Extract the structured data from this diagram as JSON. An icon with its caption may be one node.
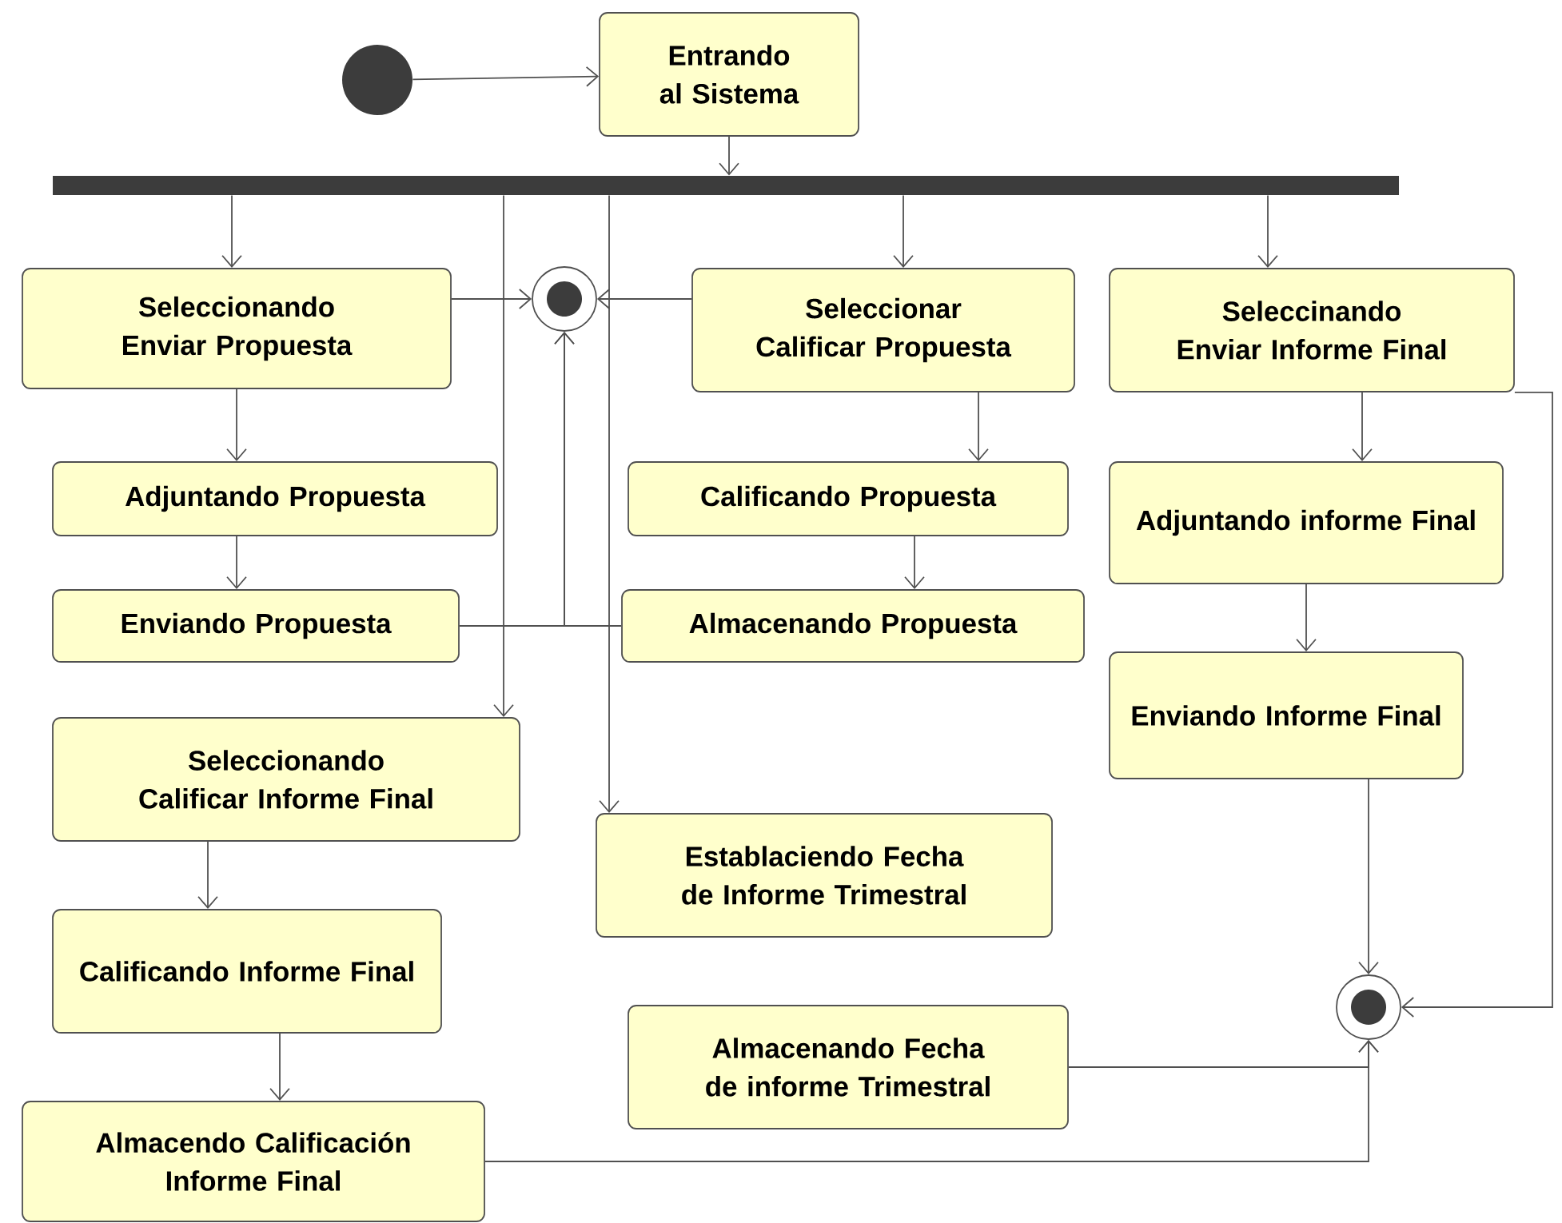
{
  "diagram": {
    "nodes": [
      {
        "text": [],
        "shape": "circle"
      },
      {
        "text": [
          "Entrando al Sistema"
        ]
      },
      {
        "text": [],
        "shape": "bar"
      },
      {
        "text": [
          "Seleccionando Enviar Propuesta"
        ]
      },
      {
        "text": [],
        "shape": "circle"
      },
      {
        "text": [
          "Seleccionar Calificar Propuesta"
        ]
      },
      {
        "text": [
          "Seleccinando Enviar Informe Final"
        ]
      },
      {
        "text": [
          "Adjuntando Propuesta"
        ]
      },
      {
        "text": [
          "Calificando Propuesta"
        ]
      },
      {
        "text": [
          "Adjuntando informe Final"
        ]
      },
      {
        "text": [
          "Enviando Propuesta"
        ]
      },
      {
        "text": [
          "Almacenando Propuesta"
        ]
      },
      {
        "text": [
          "Enviando Informe Final"
        ]
      },
      {
        "text": [
          "Seleccionando Calificar Informe Final"
        ]
      },
      {
        "text": [
          "Establaciendo Fecha de Informe Trimestral"
        ]
      },
      {
        "text": [
          "Calificando Informe Final"
        ]
      },
      {
        "text": [
          "Almacenando Fecha de informe Trimestral"
        ]
      },
      {
        "text": [],
        "shape": "circle"
      },
      {
        "text": [
          "Almacendo Calificación Informe Final"
        ]
      }
    ],
    "edges": [
      {
        "from": 0,
        "to": 1,
        "arrow": "to"
      },
      {
        "from": 1,
        "to": 2,
        "arrow": "to"
      },
      {
        "from": 2,
        "to": 3,
        "arrow": "to"
      },
      {
        "from": 2,
        "to": 13,
        "arrow": "to"
      },
      {
        "from": 2,
        "to": 14,
        "arrow": "to"
      },
      {
        "from": 2,
        "to": 5,
        "arrow": "to"
      },
      {
        "from": 2,
        "to": 6,
        "arrow": "to"
      },
      {
        "from": 3,
        "to": 4,
        "arrow": "to"
      },
      {
        "from": 5,
        "to": 4,
        "arrow": "to"
      },
      {
        "from": 3,
        "to": 7,
        "arrow": "to"
      },
      {
        "from": 7,
        "to": 10,
        "arrow": "to"
      },
      {
        "from": 10,
        "to": 4,
        "arrow": "to"
      },
      {
        "from": 11,
        "to": 4,
        "arrow": "to"
      },
      {
        "from": 5,
        "to": 8,
        "arrow": "to"
      },
      {
        "from": 8,
        "to": 11,
        "arrow": "to"
      },
      {
        "from": 6,
        "to": 9,
        "arrow": "to"
      },
      {
        "from": 9,
        "to": 12,
        "arrow": "to"
      },
      {
        "from": 12,
        "to": 17,
        "arrow": "to"
      },
      {
        "from": 13,
        "to": 15,
        "arrow": "to"
      },
      {
        "from": 15,
        "to": 18,
        "arrow": "to"
      },
      {
        "from": 18,
        "to": 17,
        "arrow": "to"
      },
      {
        "from": 16,
        "to": 17,
        "arrow": "to"
      },
      {
        "from": 6,
        "to": 17,
        "arrow": "to"
      }
    ]
  }
}
